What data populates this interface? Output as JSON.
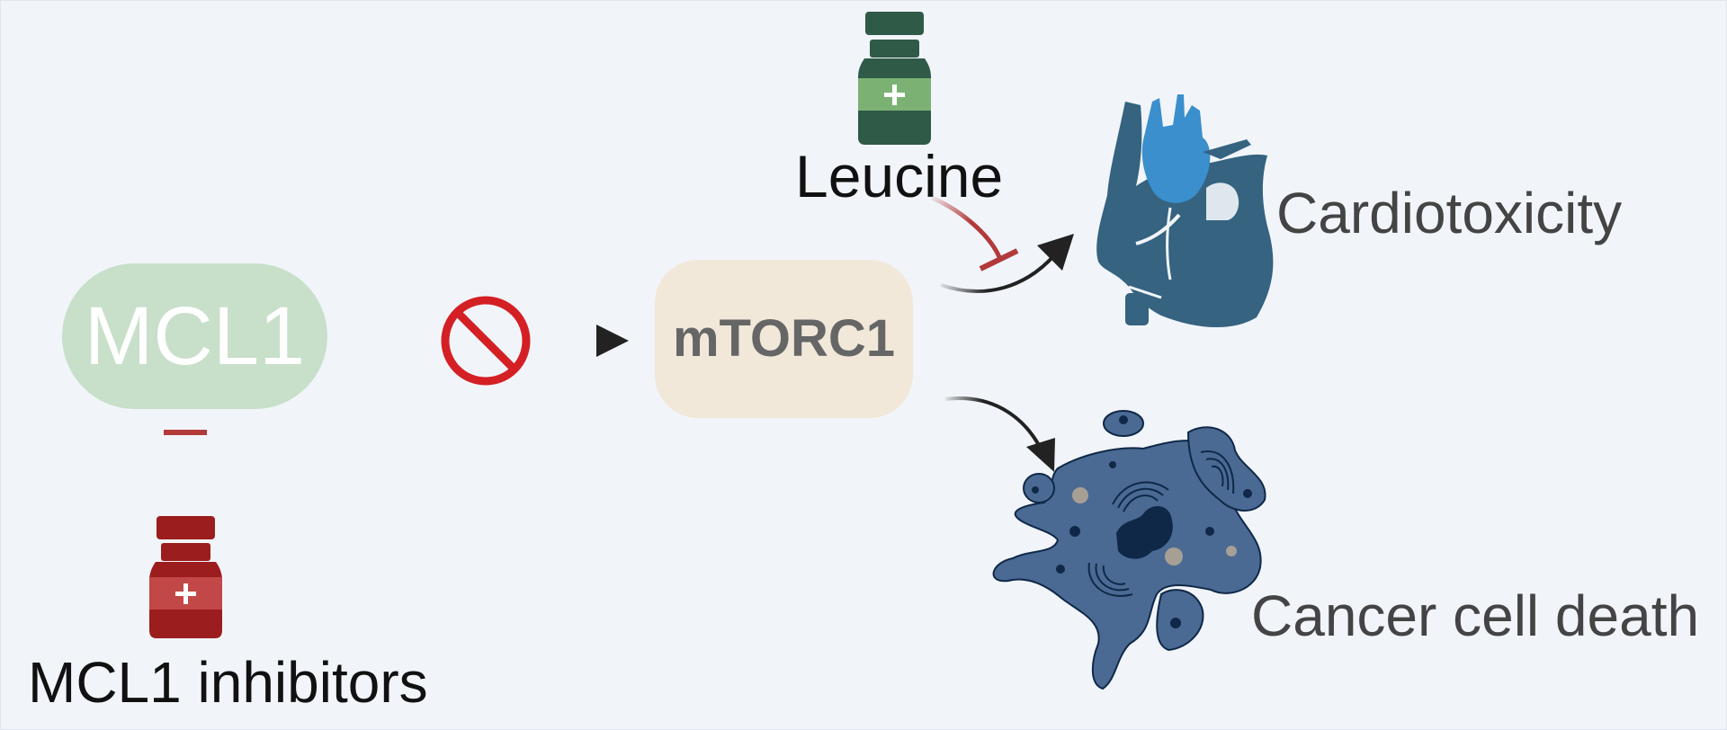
{
  "diagram": {
    "mcl1_label": "MCL1",
    "mtorc1_label": "mTORC1",
    "leucine_label": "Leucine",
    "cardiotoxicity_label": "Cardiotoxicity",
    "cancer_label": "Cancer cell death",
    "inhibitors_label": "MCL1 inhibitors"
  },
  "colors": {
    "background": "#f1f5fa",
    "mcl1_fill": "#c8dfc9",
    "mtorc1_fill": "#f1e8da",
    "inhibit_red": "#b23a3a",
    "arrow_dark": "#222222",
    "prohibit_red": "#d42024",
    "leucine_bottle": "#2f5a48",
    "leucine_label_green": "#7bb274",
    "inhibitor_bottle": "#9c1d1d",
    "heart": "#356380",
    "heart_vessel": "#3a8fcc",
    "cell": "#4a6a94",
    "nucleus": "#0f2847"
  },
  "icons": [
    "leucine-bottle-icon",
    "inhibitor-bottle-icon",
    "heart-icon",
    "cancer-cell-icon",
    "prohibition-icon"
  ]
}
